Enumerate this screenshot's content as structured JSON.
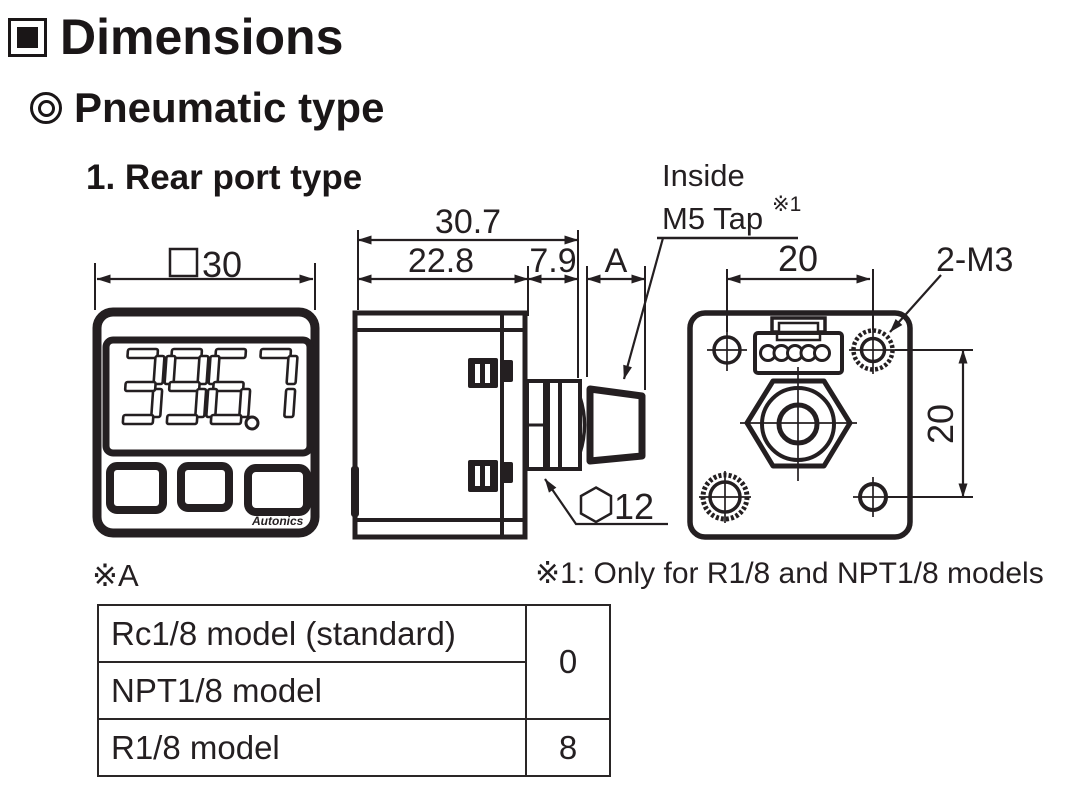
{
  "page": {
    "title": "Dimensions",
    "section": "Pneumatic type",
    "subsection": "1. Rear port type"
  },
  "front_view": {
    "width_symbol": "□",
    "width_value": "30",
    "display_value": "396.7",
    "brand": "Autonics"
  },
  "side_view": {
    "overall_depth": "30.7",
    "body_depth": "22.8",
    "rear_depth": "7.9",
    "protrusion_label": "A",
    "tap_note_line1": "Inside",
    "tap_note_line2": "M5 Tap",
    "tap_note_ref": "※1",
    "hex_symbol": "⬡",
    "hex_size": "12"
  },
  "rear_view": {
    "top_hole_spacing": "20",
    "side_hole_spacing": "20",
    "screw_label": "2-M3"
  },
  "footnote": "※1: Only for R1/8 and NPT1/8 models",
  "table": {
    "caption": "※A",
    "models": [
      "Rc1/8 model (standard)",
      "NPT1/8 model",
      "R1/8 model"
    ],
    "a_col": [
      {
        "value": "0",
        "rows_spanned": 2
      },
      {
        "value": "8",
        "rows_spanned": 1
      }
    ]
  }
}
